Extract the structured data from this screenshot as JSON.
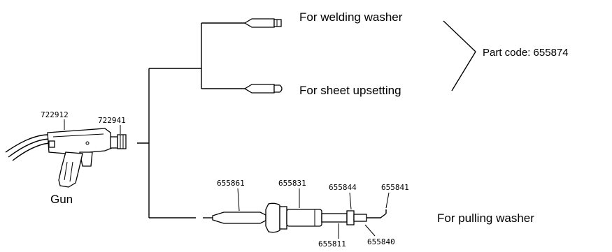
{
  "labels": {
    "welding_washer": "For welding washer",
    "sheet_upsetting": "For sheet upsetting",
    "part_code": "Part code: 655874",
    "pulling_washer": "For pulling washer",
    "gun": "Gun"
  },
  "gun_parts": {
    "body": "722912",
    "tip": "722941"
  },
  "puller_parts": [
    "655861",
    "655831",
    "655844",
    "655841",
    "655811",
    "655840"
  ]
}
